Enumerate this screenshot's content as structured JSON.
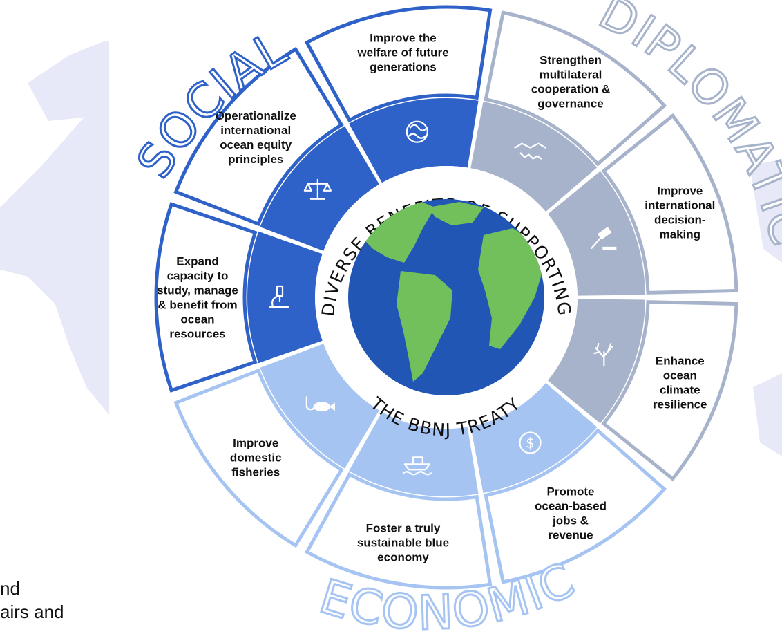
{
  "title_top": "DIVERSE BENEFITS OF SUPPORTING",
  "title_bottom": "THE BBNJ TREATY",
  "categories": {
    "social": "SOCIAL",
    "diplomatic": "DIPLOMATIC",
    "economic": "ECONOMIC"
  },
  "colors": {
    "social": "#2F62C8",
    "diplomatic": "#A7B3CB",
    "economic": "#A6C4F2",
    "globe_ocean": "#2256B5",
    "globe_land": "#72C05B",
    "map_bg": "#E7E9F9"
  },
  "segments": [
    {
      "key": "welfare",
      "category": "social",
      "icon": "hands-circle-icon",
      "lines": [
        "Improve the",
        "welfare of future",
        "generations"
      ]
    },
    {
      "key": "multilateral",
      "category": "diplomatic",
      "icon": "handshake-icon",
      "lines": [
        "Strengthen",
        "multilateral",
        "cooperation &",
        "governance"
      ]
    },
    {
      "key": "decision",
      "category": "diplomatic",
      "icon": "gavel-icon",
      "lines": [
        "Improve",
        "international",
        "decision-",
        "making"
      ]
    },
    {
      "key": "climate",
      "category": "diplomatic",
      "icon": "coral-icon",
      "lines": [
        "Enhance",
        "ocean",
        "climate",
        "resilience"
      ]
    },
    {
      "key": "jobs",
      "category": "economic",
      "icon": "dollar-coin-icon",
      "lines": [
        "Promote",
        "ocean-based",
        "jobs &",
        "revenue"
      ]
    },
    {
      "key": "blue-economy",
      "category": "economic",
      "icon": "boat-icon",
      "lines": [
        "Foster a truly",
        "sustainable blue",
        "economy"
      ]
    },
    {
      "key": "fisheries",
      "category": "economic",
      "icon": "fish-hook-icon",
      "lines": [
        "Improve",
        "domestic",
        "fisheries"
      ]
    },
    {
      "key": "capacity",
      "category": "social",
      "icon": "microscope-icon",
      "lines": [
        "Expand",
        "capacity to",
        "study, manage",
        "& benefit from",
        "ocean",
        "resources"
      ]
    },
    {
      "key": "equity",
      "category": "social",
      "icon": "scales-icon",
      "lines": [
        "Operationalize",
        "international",
        "ocean equity",
        "principles"
      ]
    }
  ],
  "bottom_left_text": [
    "nd",
    "airs and"
  ]
}
